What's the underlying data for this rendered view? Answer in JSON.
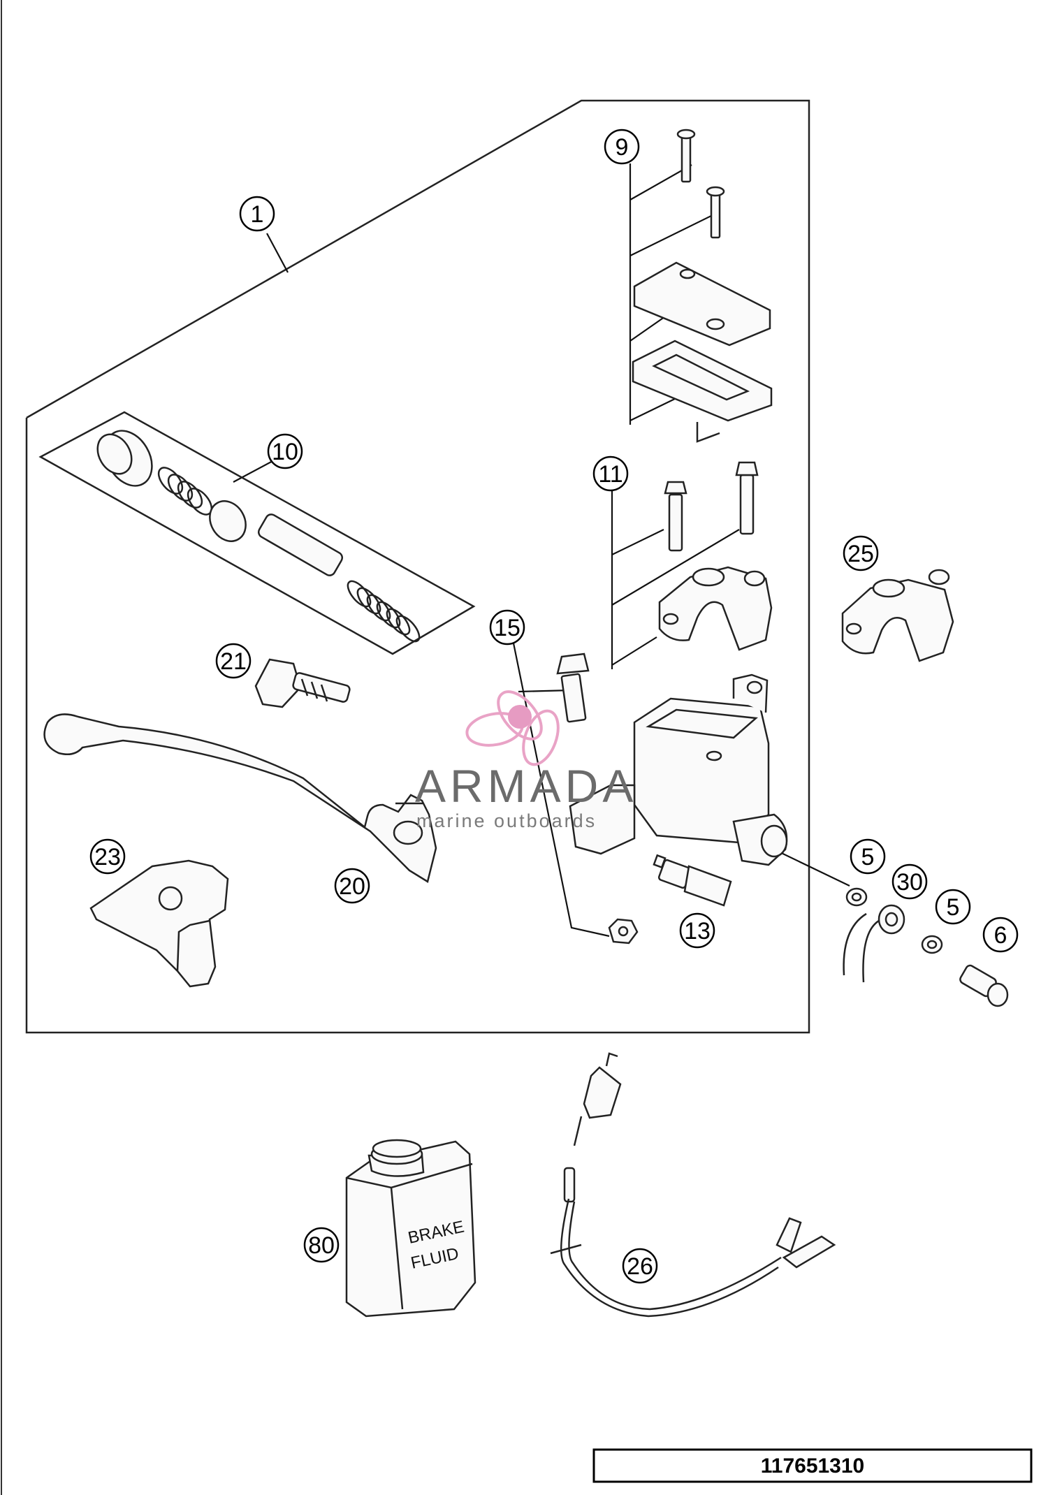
{
  "callouts": {
    "c1": "1",
    "c5a": "5",
    "c5b": "5",
    "c6": "6",
    "c9": "9",
    "c10": "10",
    "c11": "11",
    "c13": "13",
    "c15": "15",
    "c20": "20",
    "c21": "21",
    "c23": "23",
    "c25": "25",
    "c26": "26",
    "c30": "30",
    "c80": "80"
  },
  "fluid_label": {
    "line1": "BRAKE",
    "line2": "FLUID"
  },
  "watermark": {
    "main": "ARMADA",
    "sub": "marine outboards"
  },
  "document_number": "117651310",
  "colors": {
    "line": "#222222",
    "watermark_pink": "#e9a3c6",
    "watermark_text": "#6b6b6b"
  }
}
